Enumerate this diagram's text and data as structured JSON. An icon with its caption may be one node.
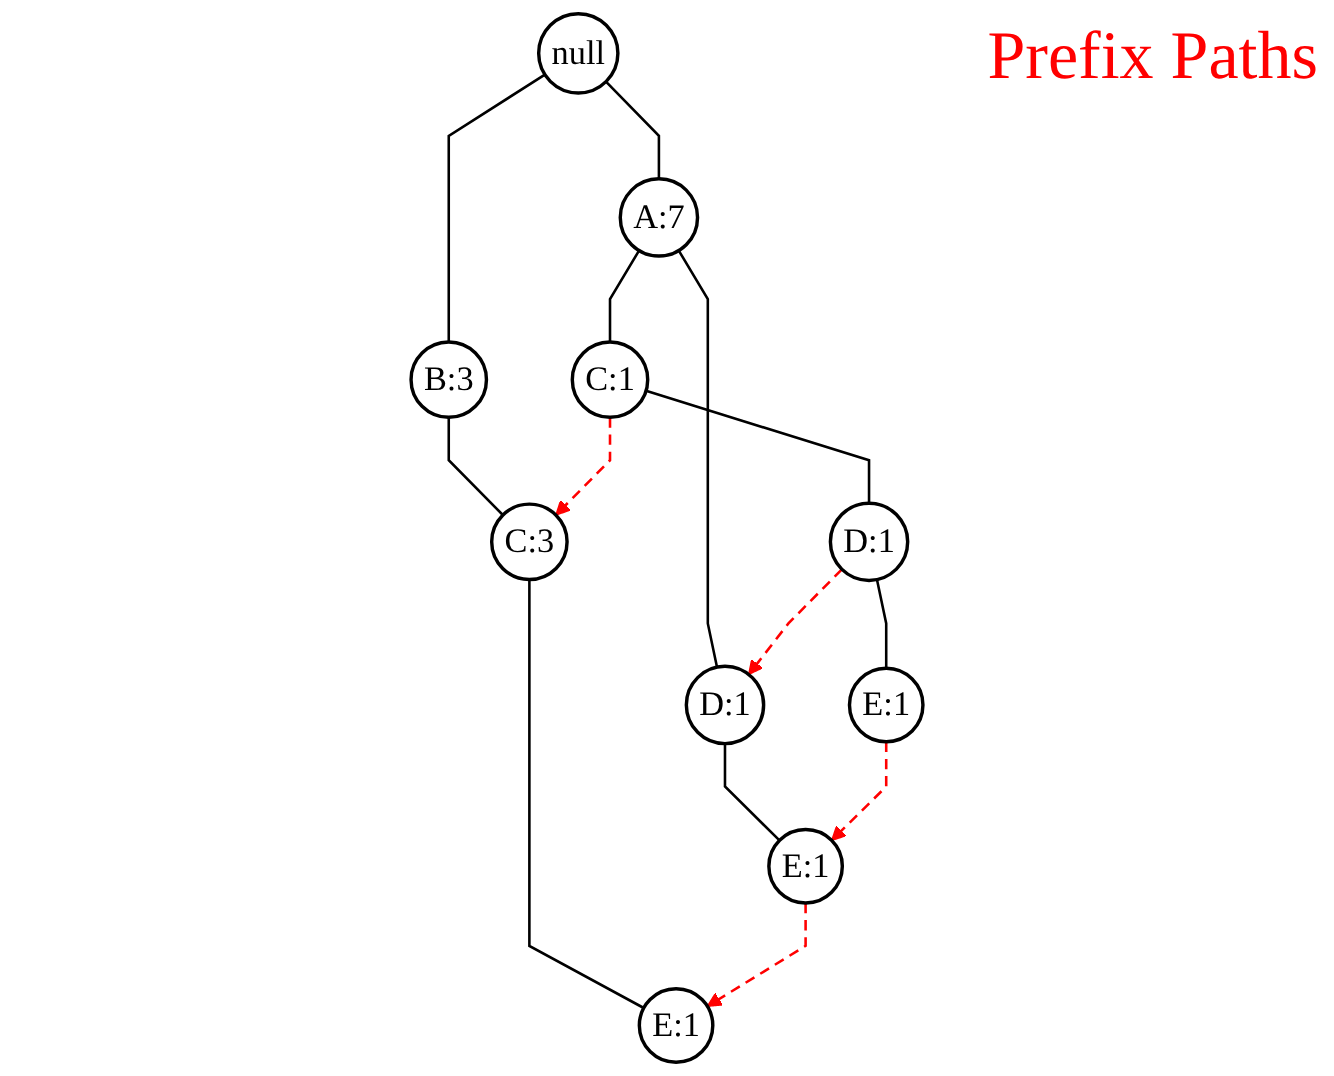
{
  "diagram": {
    "title": "Prefix Paths",
    "nodes": [
      {
        "text": [
          "null"
        ]
      },
      {
        "text": [
          "A:7"
        ]
      },
      {
        "text": [
          "B:3"
        ]
      },
      {
        "text": [
          "C:1"
        ]
      },
      {
        "text": [
          "D:1"
        ]
      },
      {
        "text": [
          "C:3"
        ]
      },
      {
        "text": [
          "D:1"
        ]
      },
      {
        "text": [
          "E:1"
        ]
      },
      {
        "text": [
          "E:1"
        ]
      },
      {
        "text": [
          "E:1"
        ]
      }
    ],
    "edges": [
      {
        "from": 0,
        "to": 1,
        "arrow": "none"
      },
      {
        "from": 0,
        "to": 2,
        "arrow": "none"
      },
      {
        "from": 1,
        "to": 3,
        "arrow": "none"
      },
      {
        "from": 1,
        "to": 4,
        "arrow": "none"
      },
      {
        "from": 2,
        "to": 5,
        "arrow": "none"
      },
      {
        "from": 3,
        "to": 6,
        "arrow": "none"
      },
      {
        "from": 4,
        "to": 7,
        "arrow": "none"
      },
      {
        "from": 5,
        "to": 8,
        "arrow": "none"
      },
      {
        "from": 6,
        "to": 9,
        "arrow": "none"
      },
      {
        "from": 3,
        "to": 5,
        "arrow": "to",
        "style": "dashed",
        "color": "#ff0000"
      },
      {
        "from": 6,
        "to": 4,
        "arrow": "to",
        "style": "dashed",
        "color": "#ff0000"
      },
      {
        "from": 9,
        "to": 7,
        "arrow": "to",
        "style": "dashed",
        "color": "#ff0000"
      },
      {
        "from": 7,
        "to": 8,
        "arrow": "to",
        "style": "dashed",
        "color": "#ff0000"
      }
    ]
  }
}
